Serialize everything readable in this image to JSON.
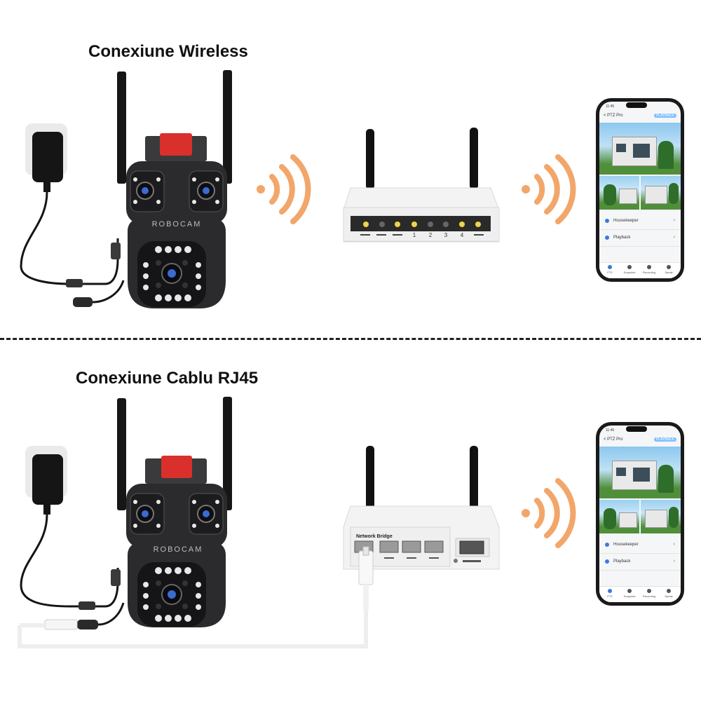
{
  "sections": {
    "wireless": {
      "title": "Conexiune Wireless"
    },
    "cable": {
      "title": "Conexiune Cablu RJ45"
    }
  },
  "camera": {
    "brand": "ROBOCAM"
  },
  "router": {
    "ports": [
      "1",
      "2",
      "3",
      "4"
    ]
  },
  "network_bridge": {
    "label": "Network Bridge"
  },
  "phone_app": {
    "back_label": "< PTZ Pro",
    "badge": "PLAYBACK",
    "menu": [
      "Housekeeper",
      "Playback"
    ],
    "tabs": [
      "PTZ",
      "Snapshot",
      "Recording",
      "Speak"
    ]
  },
  "colors": {
    "wave": "#f2a66a",
    "camera_body": "#2b2b2d",
    "camera_red": "#d9302b",
    "router_white": "#f3f3f3",
    "sky": "#7cc0ea",
    "grass": "#4f8f3a"
  }
}
